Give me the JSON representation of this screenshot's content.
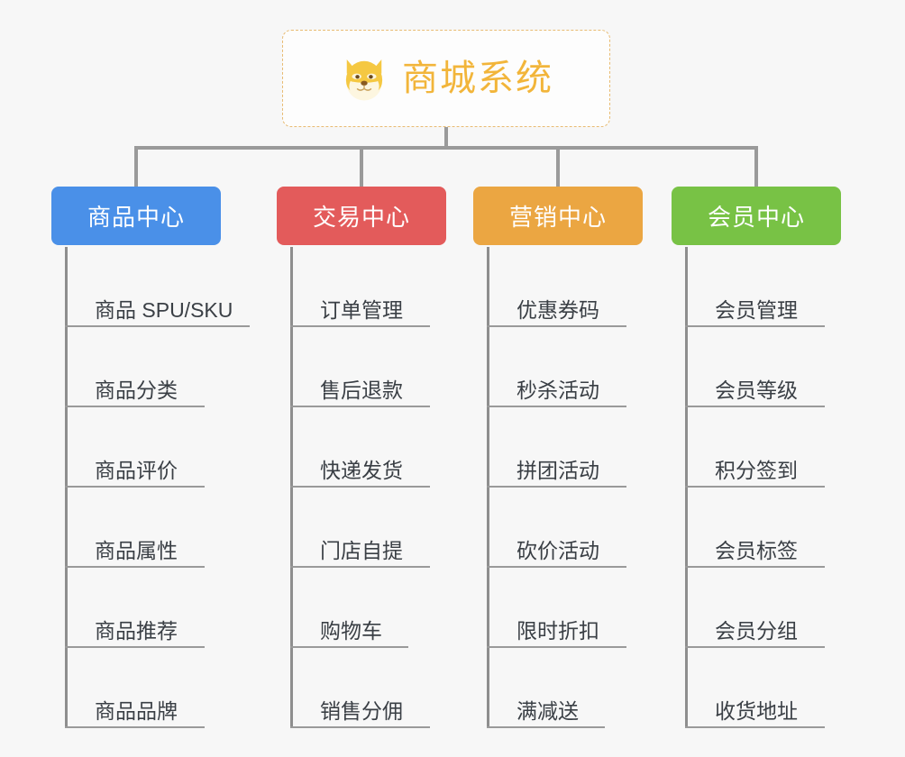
{
  "diagram": {
    "type": "mind-map",
    "background_color": "#f7f7f7",
    "connector_color": "#9a9a9a"
  },
  "root": {
    "title": "商城系统",
    "icon": "shiba-dog-icon",
    "text_color": "#f2b53a",
    "border_color": "#e8bb72",
    "border_style": "dashed"
  },
  "branches": [
    {
      "title": "商品中心",
      "color": "#4a90e8",
      "items": [
        {
          "label": "商品 SPU/SKU",
          "rule_width": 205
        },
        {
          "label": "商品分类",
          "rule_width": 155
        },
        {
          "label": "商品评价",
          "rule_width": 155
        },
        {
          "label": "商品属性",
          "rule_width": 155
        },
        {
          "label": "商品推荐",
          "rule_width": 155
        },
        {
          "label": "商品品牌",
          "rule_width": 155
        }
      ]
    },
    {
      "title": "交易中心",
      "color": "#e35b5b",
      "items": [
        {
          "label": "订单管理",
          "rule_width": 155
        },
        {
          "label": "售后退款",
          "rule_width": 155
        },
        {
          "label": "快递发货",
          "rule_width": 155
        },
        {
          "label": "门店自提",
          "rule_width": 155
        },
        {
          "label": "购物车",
          "rule_width": 131
        },
        {
          "label": "销售分佣",
          "rule_width": 155
        }
      ]
    },
    {
      "title": "营销中心",
      "color": "#eba642",
      "items": [
        {
          "label": "优惠券码",
          "rule_width": 155
        },
        {
          "label": "秒杀活动",
          "rule_width": 155
        },
        {
          "label": "拼团活动",
          "rule_width": 155
        },
        {
          "label": "砍价活动",
          "rule_width": 155
        },
        {
          "label": "限时折扣",
          "rule_width": 155
        },
        {
          "label": "满减送",
          "rule_width": 131
        }
      ]
    },
    {
      "title": "会员中心",
      "color": "#78c245",
      "items": [
        {
          "label": "会员管理",
          "rule_width": 155
        },
        {
          "label": "会员等级",
          "rule_width": 155
        },
        {
          "label": "积分签到",
          "rule_width": 155
        },
        {
          "label": "会员标签",
          "rule_width": 155
        },
        {
          "label": "会员分组",
          "rule_width": 155
        },
        {
          "label": "收货地址",
          "rule_width": 155
        }
      ]
    }
  ]
}
